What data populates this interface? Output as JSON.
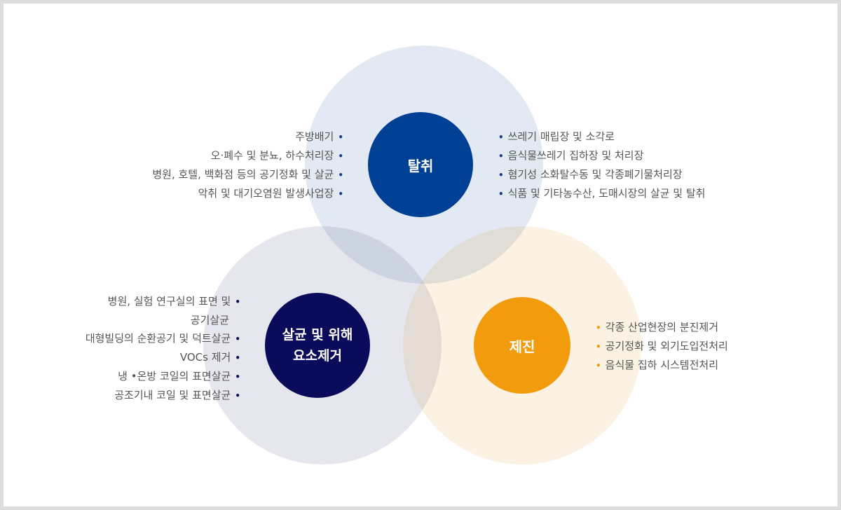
{
  "circles": {
    "top": {
      "label": "탈취",
      "color": "#004094",
      "bg": "#e3e9f2"
    },
    "left": {
      "label": "살균 및 위해\n요소제거",
      "color": "#0b0b5c",
      "bg": "#e6e7ee"
    },
    "right": {
      "label": "제진",
      "color": "#f29b0c",
      "bg": "#fcf2e3"
    }
  },
  "lists": {
    "top_left": [
      "주방배기",
      "오·폐수 및 분뇨, 하수처리장",
      "병원, 호텔, 백화점 등의 공기정화 및 살균",
      "악취 및 대기오염원 발생사업장"
    ],
    "top_right": [
      "쓰레기 매립장 및 소각로",
      "음식물쓰레기 집하장 및 처리장",
      "혐기성 소화탈수동 및 각종폐기물처리장",
      "식품 및 기타농수산, 도매시장의 살균 및 탈취"
    ],
    "left": [
      "병원, 실험 연구실의 표면 및",
      "공기살균",
      "대형빌딩의 순환공기 및 덕트살균",
      "VOCs 제거",
      "냉 •온방 코일의 표면살균",
      "공조기내 코일 및 표면살균"
    ],
    "right": [
      "각종 산업현장의 분진제거",
      "공기정화 및 외기도입전처리",
      "음식물 집하 시스템전처리"
    ]
  },
  "bullet_char": "•"
}
